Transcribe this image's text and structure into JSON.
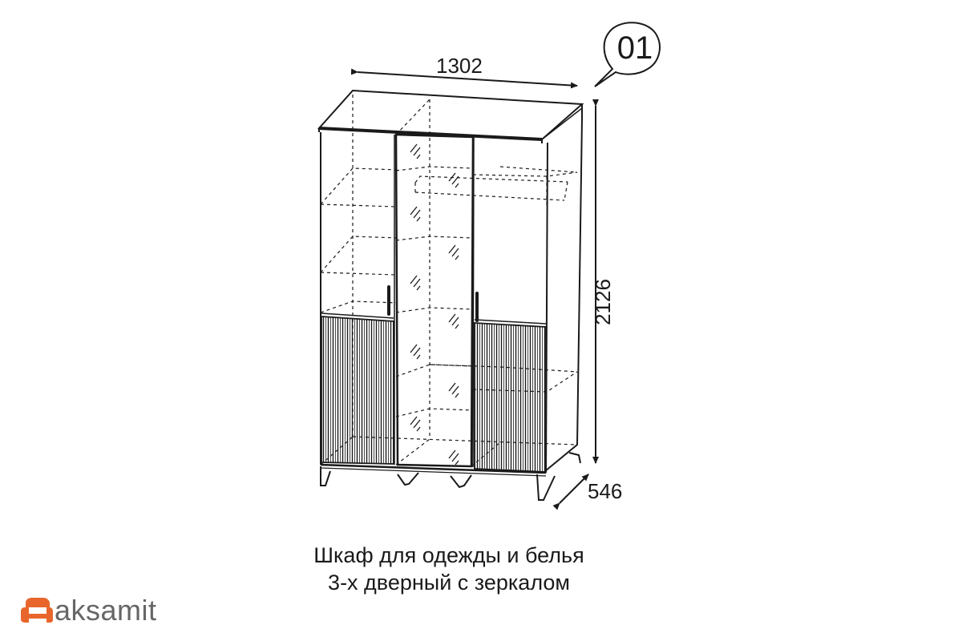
{
  "badge": {
    "number": "01"
  },
  "dimensions": {
    "width": "1302",
    "height": "2126",
    "depth": "546"
  },
  "caption": {
    "line1": "Шкаф для одежды и белья",
    "line2": "3-х дверный с зеркалом"
  },
  "logo": {
    "text": "aksamit",
    "icon": "sofa-icon",
    "icon_color": "#e8662c"
  },
  "colors": {
    "line": "#1a1a1a",
    "text": "#1a1a1a",
    "logo_text": "#666666"
  }
}
